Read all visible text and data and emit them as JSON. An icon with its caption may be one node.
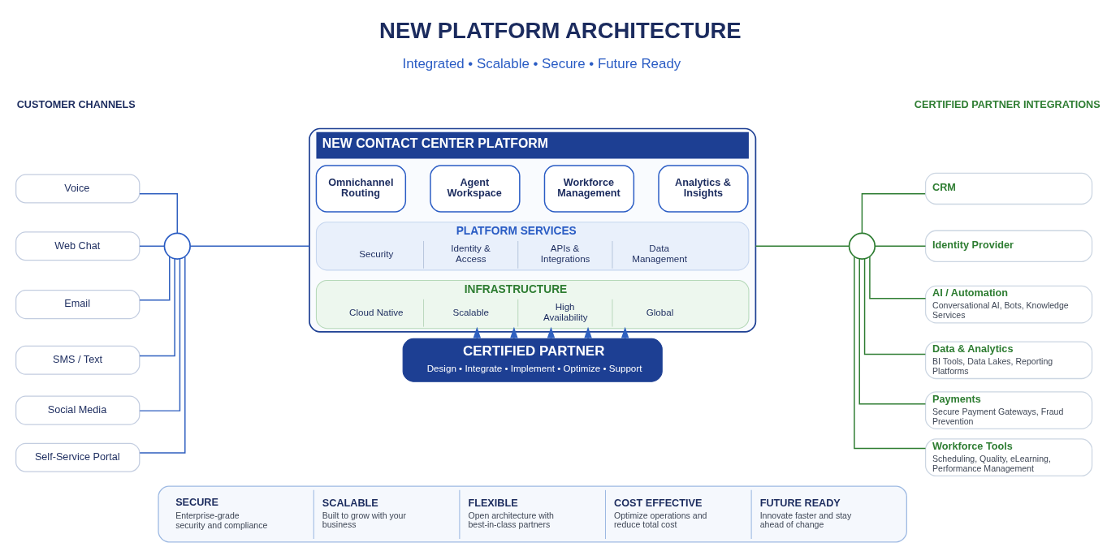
{
  "diagram": {
    "title": "NEW PLATFORM ARCHITECTURE",
    "nodes": [
      {
        "text": [
          "Voice"
        ]
      },
      {
        "text": [
          "Web Chat"
        ]
      },
      {
        "text": [
          "Email"
        ]
      },
      {
        "text": [
          "SMS / Text"
        ]
      },
      {
        "text": [
          "Social Media"
        ]
      },
      {
        "text": [
          "Self-Service Portal"
        ]
      },
      {
        "text": [],
        "shape": "circle"
      },
      {
        "text": [
          "NEW CONTACT CENTER PLATFORM"
        ]
      },
      {
        "text": [
          "Omnichannel Routing"
        ],
        "in": 7
      },
      {
        "text": [
          "Agent Workspace"
        ],
        "in": 7
      },
      {
        "text": [
          "Workforce Management"
        ],
        "in": 7
      },
      {
        "text": [
          "Analytics & Insights"
        ],
        "in": 7
      },
      {
        "text": [
          "PLATFORM SERVICES",
          "Security",
          "Identity & Access",
          "APIs & Integrations",
          "Data Management"
        ],
        "in": 7
      },
      {
        "text": [
          "INFRASTRUCTURE",
          "Cloud Native",
          "Scalable",
          "High Availability",
          "Global"
        ],
        "in": 7
      },
      {
        "text": [
          "CERTIFIED PARTNER",
          "Design • Integrate • Implement • Optimize • Support"
        ]
      },
      {
        "text": [],
        "shape": "circle"
      },
      {
        "text": [
          "CRM"
        ]
      },
      {
        "text": [
          "Identity Provider"
        ]
      },
      {
        "text": [
          "AI / Automation",
          "Conversational AI, Bots, Knowledge Services"
        ]
      },
      {
        "text": [
          "Data & Analytics",
          "BI Tools, Data Lakes, Reporting Platforms"
        ]
      },
      {
        "text": [
          "Payments",
          "Secure Payment Gateways, Fraud Prevention"
        ]
      },
      {
        "text": [
          "Workforce Tools",
          "Scheduling, Quality, eLearning, Performance Management"
        ]
      },
      {
        "text": [
          "SECURE",
          "Enterprise-grade security and compliance",
          "SCALABLE",
          "Built to grow with your business",
          "FLEXIBLE",
          "Open architecture with best-in-class partners",
          "COST EFFECTIVE",
          "Optimize operations and reduce total cost",
          "FUTURE READY",
          "Innovate faster and stay ahead of change"
        ]
      }
    ],
    "edges": [
      {
        "from": 0,
        "to": 6,
        "arrow": "none"
      },
      {
        "from": 1,
        "to": 6,
        "arrow": "none"
      },
      {
        "from": 2,
        "to": 6,
        "arrow": "none"
      },
      {
        "from": 3,
        "to": 6,
        "arrow": "none"
      },
      {
        "from": 4,
        "to": 6,
        "arrow": "none"
      },
      {
        "from": 5,
        "to": 6,
        "arrow": "none"
      },
      {
        "from": 6,
        "to": 7,
        "arrow": "none"
      },
      {
        "from": 7,
        "to": 15,
        "arrow": "none",
        "color": "#2e7d32"
      },
      {
        "from": 15,
        "to": 16,
        "arrow": "none",
        "color": "#2e7d32"
      },
      {
        "from": 15,
        "to": 17,
        "arrow": "none",
        "color": "#2e7d32"
      },
      {
        "from": 15,
        "to": 18,
        "arrow": "none",
        "color": "#2e7d32"
      },
      {
        "from": 15,
        "to": 19,
        "arrow": "none",
        "color": "#2e7d32"
      },
      {
        "from": 15,
        "to": 20,
        "arrow": "none",
        "color": "#2e7d32"
      },
      {
        "from": 15,
        "to": 21,
        "arrow": "none",
        "color": "#2e7d32"
      },
      {
        "from": 14,
        "to": 13,
        "arrow": "to",
        "style": "dashed"
      },
      {
        "from": 14,
        "to": 13,
        "arrow": "to",
        "style": "dashed"
      },
      {
        "from": 14,
        "to": 13,
        "arrow": "to",
        "style": "dashed"
      },
      {
        "from": 14,
        "to": 13,
        "arrow": "to",
        "style": "dashed"
      },
      {
        "from": 14,
        "to": 13,
        "arrow": "to",
        "style": "dashed"
      }
    ],
    "labels": [
      "Integrated • Scalable • Secure • Future Ready",
      "CUSTOMER CHANNELS",
      "CERTIFIED PARTNER INTEGRATIONS"
    ]
  }
}
